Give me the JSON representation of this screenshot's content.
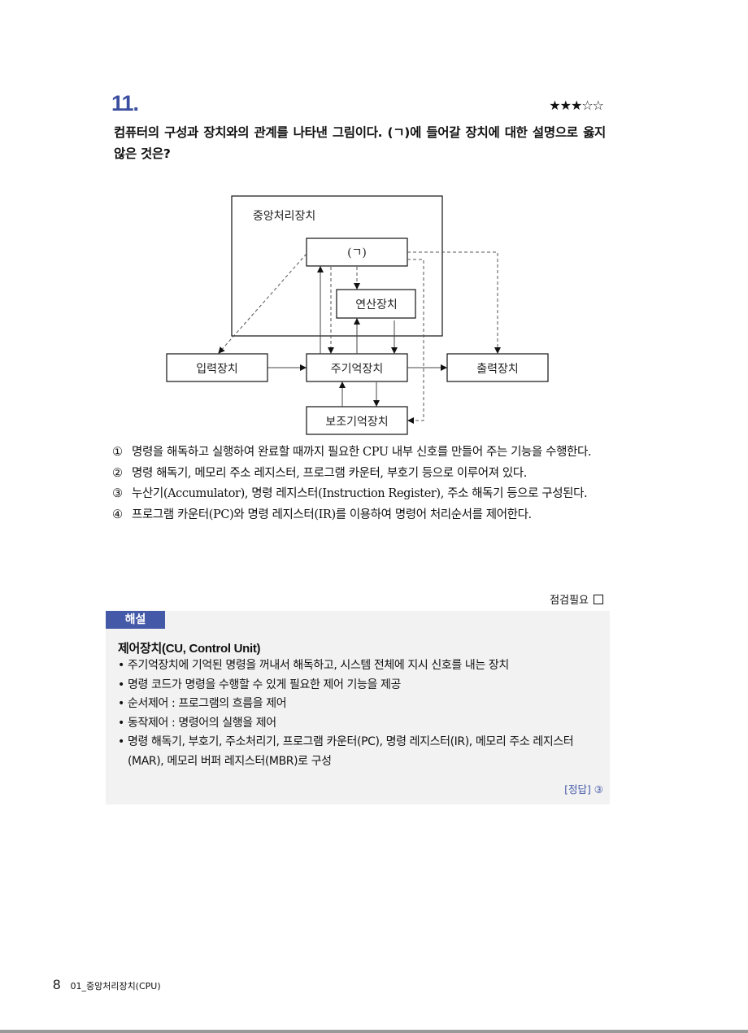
{
  "question": {
    "number": "11.",
    "difficulty": "★★★☆☆",
    "text": "컴퓨터의 구성과 장치와의 관계를 나타낸 그림이다. (ㄱ)에 들어갈 장치에 대한 설명으로 옳지 않은 것은?"
  },
  "diagram": {
    "cpu": "중앙처리장치",
    "blank": "(ㄱ)",
    "alu": "연산장치",
    "input": "입력장치",
    "memory": "주기억장치",
    "output": "출력장치",
    "storage": "보조기억장치"
  },
  "choices": [
    {
      "no": "①",
      "text": "명령을 해독하고 실행하여 완료할 때까지 필요한 CPU 내부 신호를 만들어 주는 기능을 수행한다."
    },
    {
      "no": "②",
      "text": "명령 해독기, 메모리 주소 레지스터, 프로그램 카운터, 부호기 등으로 이루어져 있다."
    },
    {
      "no": "③",
      "text": "누산기(Accumulator), 명령 레지스터(Instruction Register), 주소 해독기 등으로 구성된다."
    },
    {
      "no": "④",
      "text": "프로그램 카운터(PC)와 명령 레지스터(IR)를 이용하여 명령어 처리순서를 제어한다."
    }
  ],
  "check_label": "점검필요",
  "explanation": {
    "tab": "해설",
    "heading": "제어장치(CU, Control Unit)",
    "items": [
      "주기억장치에 기억된 명령을 꺼내서 해독하고, 시스템 전체에 지시 신호를 내는 장치",
      "명령 코드가 명령을 수행할 수 있게 필요한 제어 기능을 제공",
      "순서제어 : 프로그램의 흐름을 제어",
      "동작제어 : 명령어의 실행을 제어",
      "명령 해독기, 부호기, 주소처리기, 프로그램 카운터(PC), 명령 레지스터(IR), 메모리 주소 레지스터(MAR), 메모리 버퍼 레지스터(MBR)로 구성"
    ],
    "answer": "[정답] ③"
  },
  "footer": {
    "page": "8",
    "chapter": "01_중앙처리장치(CPU)"
  }
}
